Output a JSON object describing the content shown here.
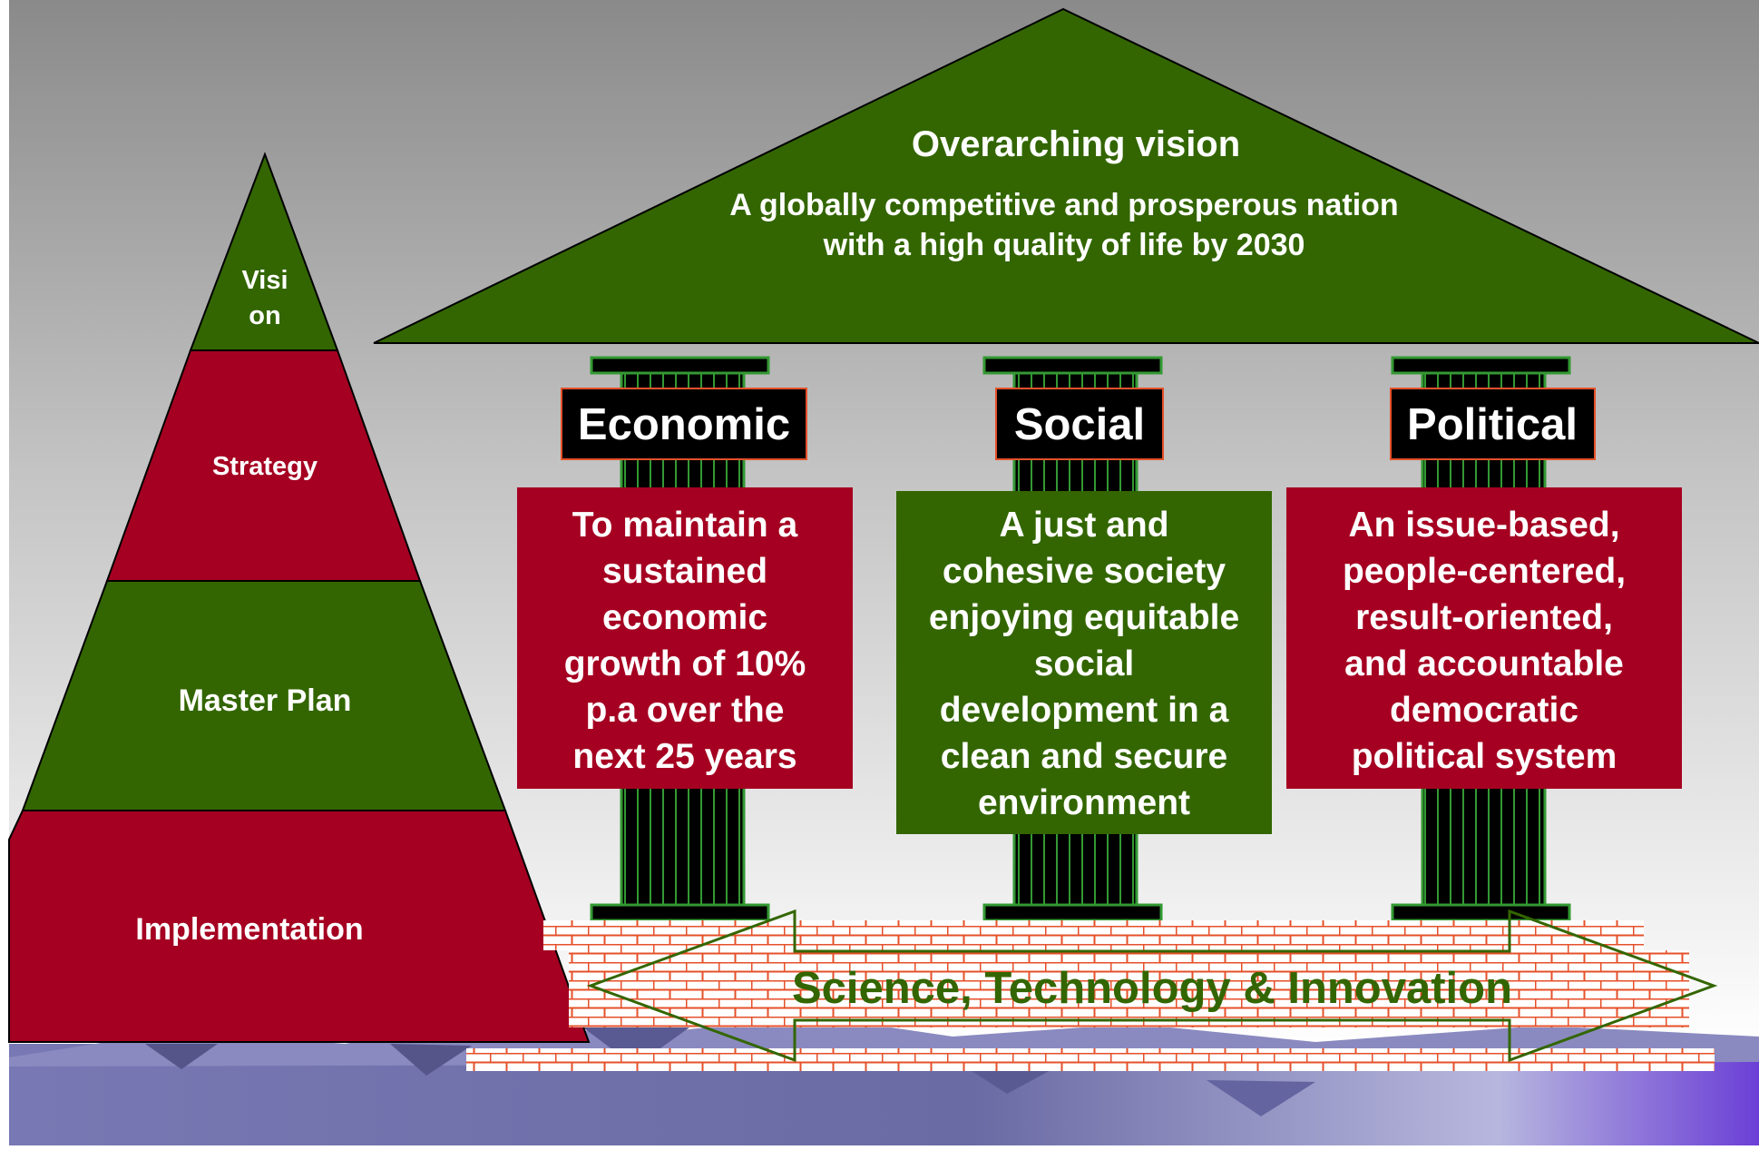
{
  "roof": {
    "title": "Overarching vision",
    "subtitle_line1": "A globally competitive and prosperous nation",
    "subtitle_line2": "with a high quality of life by 2030"
  },
  "pyramid": {
    "vision_line1": "Visi",
    "vision_line2": "on",
    "strategy": "Strategy",
    "master_plan": "Master Plan",
    "implementation": "Implementation"
  },
  "pillars": [
    {
      "header": "Economic",
      "lines": [
        "To maintain a",
        "sustained",
        "economic",
        "growth of 10%",
        "p.a over the",
        "next 25 years"
      ]
    },
    {
      "header": "Social",
      "lines": [
        "A just and",
        "cohesive society",
        "enjoying equitable",
        "social",
        "development in a",
        "clean and secure",
        "environment"
      ]
    },
    {
      "header": "Political",
      "lines": [
        "An issue-based,",
        "people-centered,",
        "result-oriented,",
        "and accountable",
        "democratic",
        "political system"
      ]
    }
  ],
  "foundation": {
    "label": "Science, Technology & Innovation"
  },
  "colors": {
    "green": "#336600",
    "red": "#A50021",
    "black": "#000000",
    "brick": "#E5502A",
    "sky_top": "#8C8C8C",
    "sky_bottom": "#FFFFFF",
    "ground": "#6E6EA8"
  }
}
